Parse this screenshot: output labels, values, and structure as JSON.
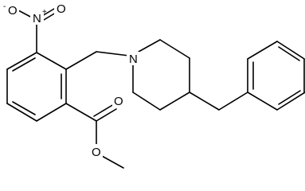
{
  "molecule": {
    "atoms": {
      "nitro_o_left": "O",
      "nitro_o_left_charge": "-",
      "nitro_n": "N",
      "nitro_n_charge": "+",
      "nitro_o_top": "O",
      "piperidine_n": "N",
      "carbonyl_o": "O",
      "ester_o": "O"
    }
  }
}
